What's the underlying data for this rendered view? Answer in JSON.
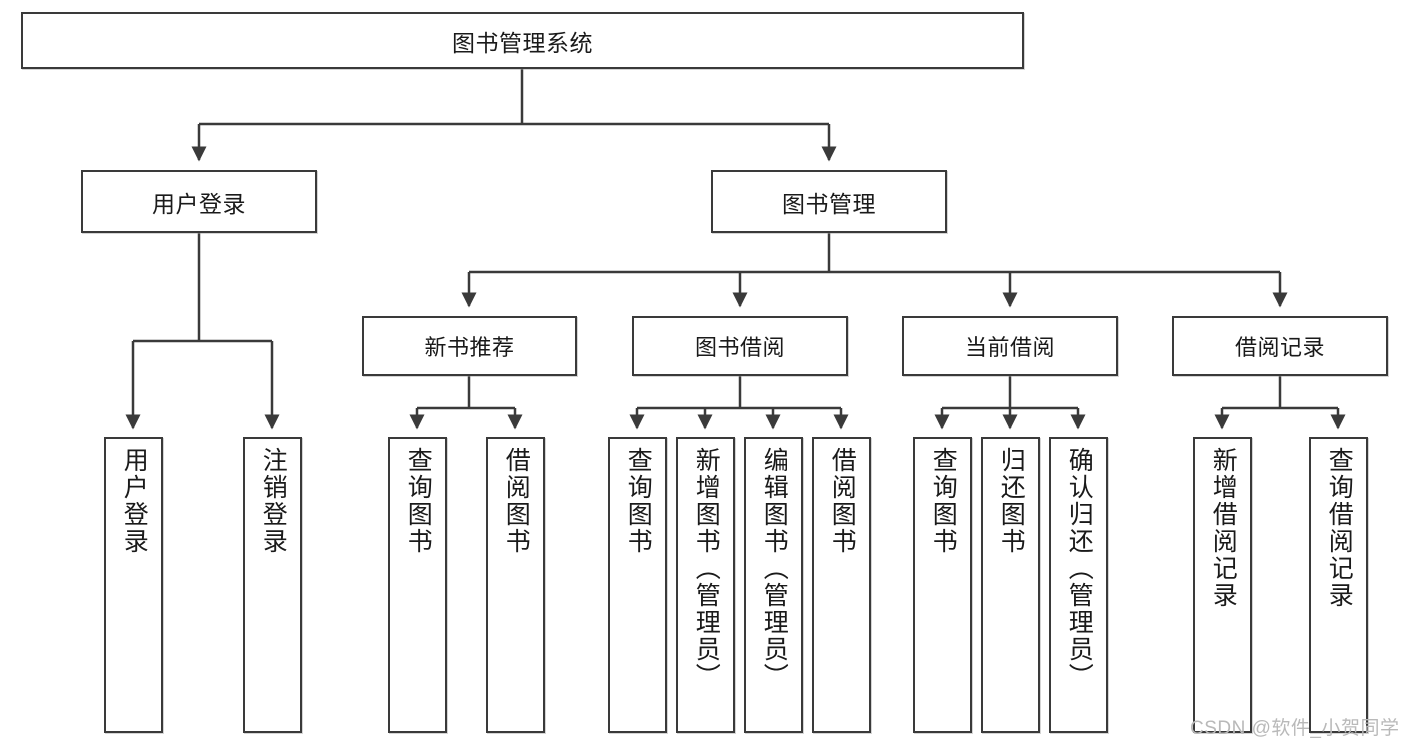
{
  "diagram": {
    "title": "图书管理系统",
    "root": {
      "label": "图书管理系统"
    },
    "level1": [
      {
        "label": "用户登录"
      },
      {
        "label": "图书管理"
      }
    ],
    "level2": [
      {
        "label": "新书推荐"
      },
      {
        "label": "图书借阅"
      },
      {
        "label": "当前借阅"
      },
      {
        "label": "借阅记录"
      }
    ],
    "leaves": {
      "user_login": [
        {
          "label": "用户登录"
        },
        {
          "label": "注销登录"
        }
      ],
      "new_book_recommend": [
        {
          "label": "查询图书"
        },
        {
          "label": "借阅图书"
        }
      ],
      "book_borrow": [
        {
          "label": "查询图书"
        },
        {
          "label": "新增图书（管理员）"
        },
        {
          "label": "编辑图书（管理员）"
        },
        {
          "label": "借阅图书"
        }
      ],
      "current_borrow": [
        {
          "label": "查询图书"
        },
        {
          "label": "归还图书"
        },
        {
          "label": "确认归还（管理员）"
        }
      ],
      "borrow_record": [
        {
          "label": "新增借阅记录"
        },
        {
          "label": "查询借阅记录"
        }
      ]
    }
  },
  "watermark": {
    "text": "CSDN @软件_小贺同学"
  },
  "colors": {
    "stroke": "#3a3a3a",
    "fill": "#ffffff",
    "text": "#1a1a1a",
    "watermark": "#b9b9b9"
  }
}
